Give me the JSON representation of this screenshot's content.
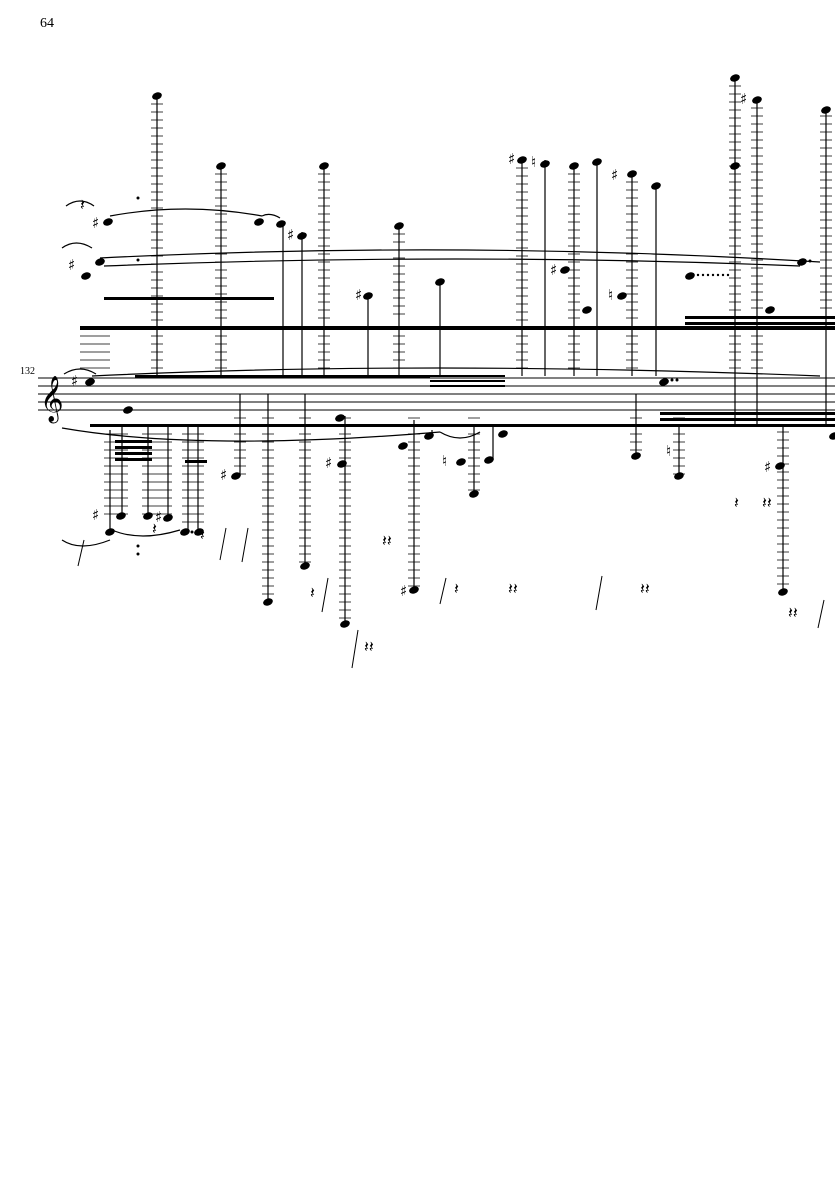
{
  "page": {
    "number": "64"
  },
  "system": {
    "measure_number": "132",
    "clef": "treble"
  },
  "colors": {
    "ink": "#000000",
    "paper": "#ffffff"
  }
}
